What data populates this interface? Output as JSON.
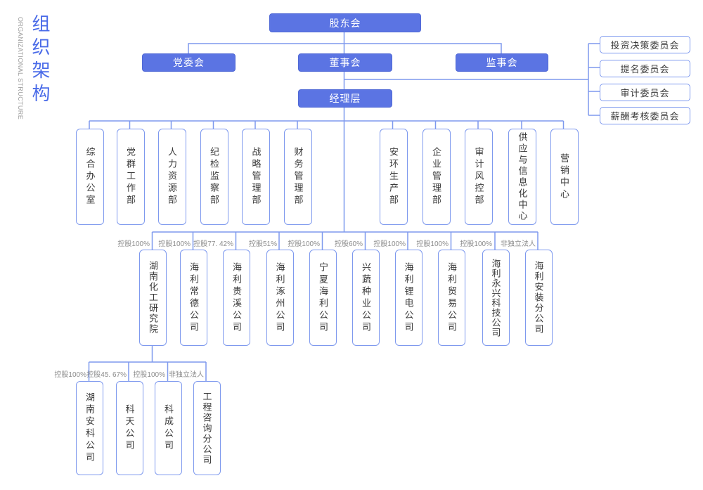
{
  "header": {
    "title_cn": "组织架构",
    "title_en": "ORGANIZATIONAL STRUCTURE"
  },
  "governance": {
    "shareholders": "股东会",
    "party_committee": "党委会",
    "board": "董事会",
    "supervisory_board": "监事会",
    "management": "经理层",
    "committees": [
      "投资决策委员会",
      "提名委员会",
      "审计委员会",
      "薪酬考核委员会"
    ]
  },
  "departments": [
    "综合办公室",
    "党群工作部",
    "人力资源部",
    "纪检监察部",
    "战略管理部",
    "财务管理部",
    "安环生产部",
    "企业管理部",
    "审计风控部",
    "供应与信息化中心",
    "营销中心"
  ],
  "subsidiaries": [
    {
      "name": "湖南化工研究院",
      "stake": "控股100%"
    },
    {
      "name": "海利常德公司",
      "stake": "控股100%"
    },
    {
      "name": "海利贵溪公司",
      "stake": "控股77. 42%"
    },
    {
      "name": "海利涿州公司",
      "stake": "控股51%"
    },
    {
      "name": "宁夏海利公司",
      "stake": "控股100%"
    },
    {
      "name": "兴蔬种业公司",
      "stake": "控股60%"
    },
    {
      "name": "海利锂电公司",
      "stake": "控股100%"
    },
    {
      "name": "海利贸易公司",
      "stake": "控股100%"
    },
    {
      "name": "海利永兴科技公司",
      "stake": "控股100%"
    },
    {
      "name": "海利安装分公司",
      "stake": "非独立法人"
    }
  ],
  "institute_subsidiaries": [
    {
      "name": "湖南安科公司",
      "stake": "控股100%"
    },
    {
      "name": "科天公司",
      "stake": "控股45. 67%"
    },
    {
      "name": "科成公司",
      "stake": "控股100%"
    },
    {
      "name": "工程咨询分公司",
      "stake": "非独立法人"
    }
  ],
  "colors": {
    "node_fill_blue": "#5b74e3",
    "outline_blue": "#7e99ee",
    "title_blue": "#4a6be8",
    "label_gray": "#8c8c8c",
    "text_dark": "#3a3a3a"
  }
}
